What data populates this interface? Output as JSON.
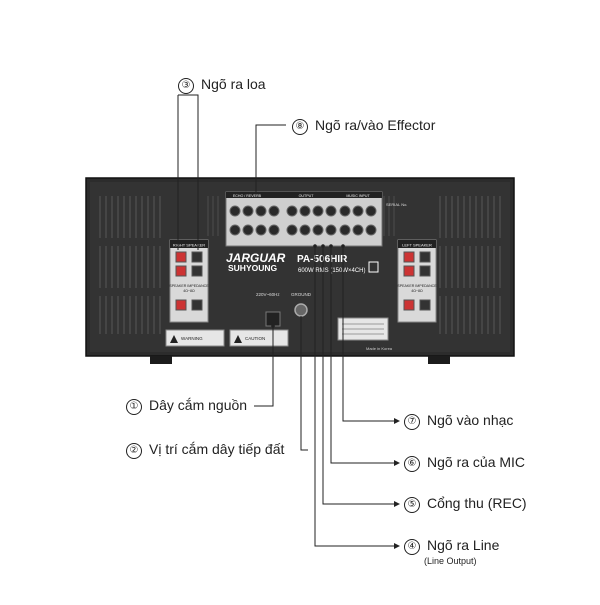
{
  "device": {
    "brand_top": "JARGUAR",
    "brand_bottom": "SUHYOUNG",
    "model": "PA-506HIR",
    "spec": "600W RMS (150W×4CH)",
    "power_label": "220V~60Hz",
    "ground_label": "GROUND",
    "speaker_left_header": "RIGHT SPEAKER",
    "speaker_right_header": "LEFT SPEAKER",
    "speaker_impedance": "SPEAKER IMPEDANCE",
    "speaker_ohm": "4Ω~8Ω",
    "serial_label": "SERIAL No.",
    "panel_header_effector": "ECHO / REVERB",
    "panel_header_output": "OUTPUT",
    "panel_header_input": "MUSIC INPUT",
    "made_in": "Made in Korea",
    "warning_1": "WARNING",
    "warning_2": "CAUTION"
  },
  "callouts": [
    {
      "num": "③",
      "text": "Ngõ ra loa"
    },
    {
      "num": "⑧",
      "text": "Ngõ ra/vào Effector"
    },
    {
      "num": "①",
      "text": "Dây cắm nguồn"
    },
    {
      "num": "②",
      "text": "Vị trí cắm dây tiếp đất"
    },
    {
      "num": "⑦",
      "text": "Ngõ vào nhạc"
    },
    {
      "num": "⑥",
      "text": "Ngõ ra của MIC"
    },
    {
      "num": "⑤",
      "text": "Cổng thu (REC)"
    },
    {
      "num": "④",
      "text": "Ngõ ra Line",
      "sub": "(Line Output)"
    }
  ]
}
